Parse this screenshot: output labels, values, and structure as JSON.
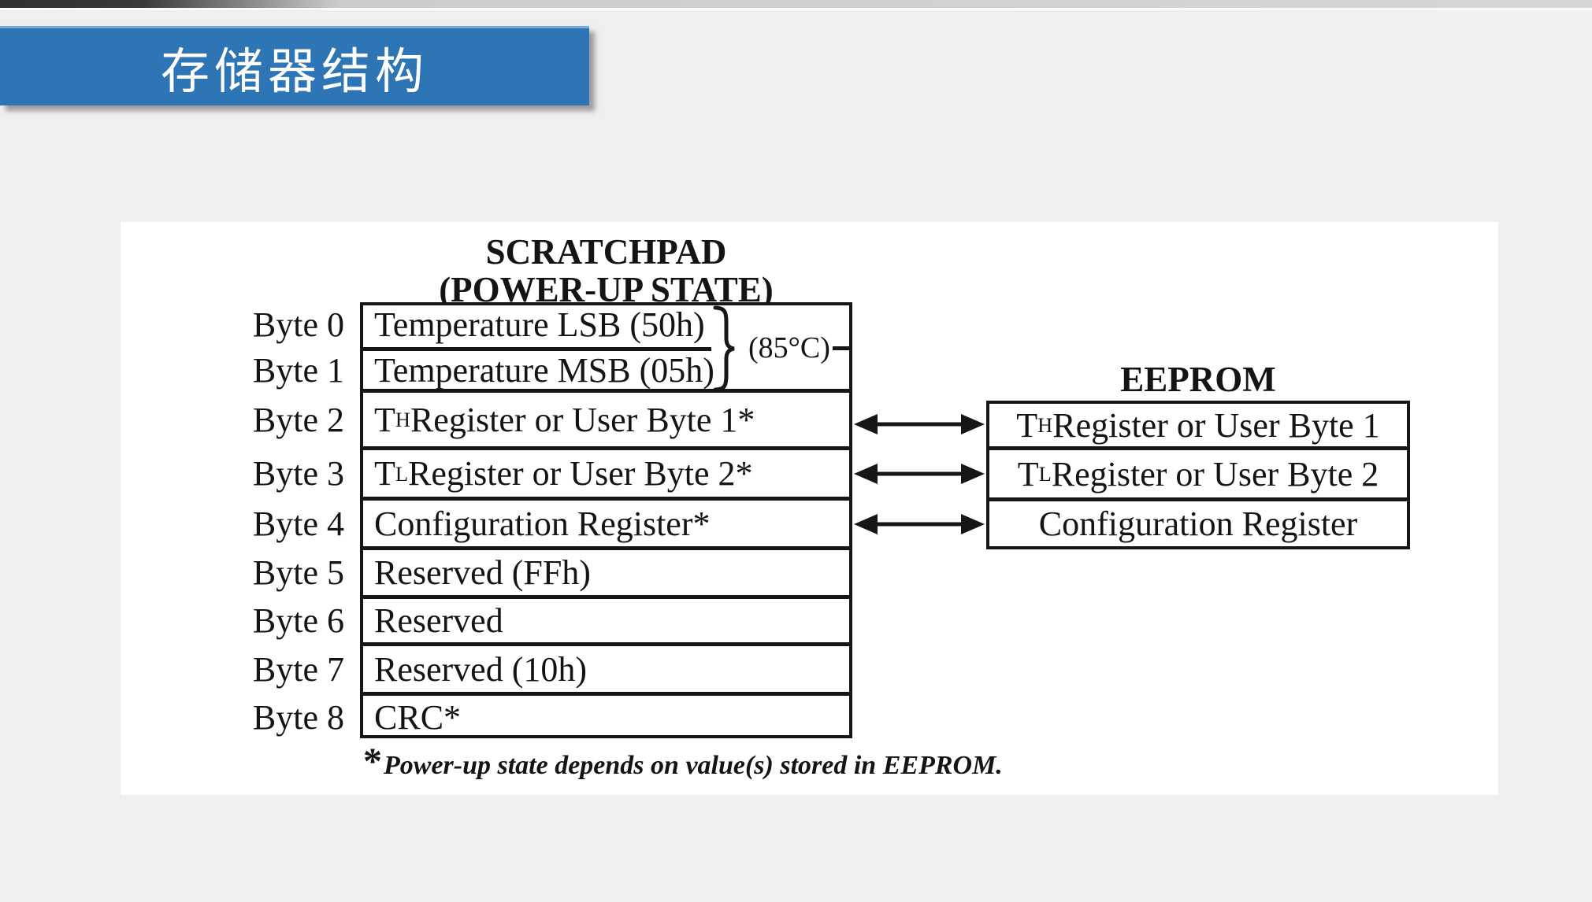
{
  "page": {
    "title": "存储器结构"
  },
  "colors": {
    "accent_blue": "#2e75b5",
    "line_black": "#161616",
    "panel_white": "#ffffff",
    "background_gray": "#efeff0"
  },
  "scratchpad": {
    "heading_line1": "SCRATCHPAD",
    "heading_line2": "(POWER-UP STATE)",
    "temp_annotation": "(85°C)",
    "rows": [
      {
        "byte": "Byte 0",
        "pre": "Temperature LSB (50h)",
        "sub": "",
        "post": ""
      },
      {
        "byte": "Byte 1",
        "pre": "Temperature MSB (05h)",
        "sub": "",
        "post": ""
      },
      {
        "byte": "Byte 2",
        "pre": "T",
        "sub": "H",
        "post": " Register or User Byte 1*"
      },
      {
        "byte": "Byte 3",
        "pre": "T",
        "sub": "L",
        "post": " Register or User Byte 2*"
      },
      {
        "byte": "Byte 4",
        "pre": "Configuration Register*",
        "sub": "",
        "post": ""
      },
      {
        "byte": "Byte 5",
        "pre": "Reserved (FFh)",
        "sub": "",
        "post": ""
      },
      {
        "byte": "Byte 6",
        "pre": "Reserved",
        "sub": "",
        "post": ""
      },
      {
        "byte": "Byte 7",
        "pre": "Reserved (10h)",
        "sub": "",
        "post": ""
      },
      {
        "byte": "Byte 8",
        "pre": "CRC*",
        "sub": "",
        "post": ""
      }
    ]
  },
  "eeprom": {
    "heading": "EEPROM",
    "rows": [
      {
        "pre": "T",
        "sub": "H",
        "post": " Register or User Byte 1"
      },
      {
        "pre": "T",
        "sub": "L",
        "post": " Register or User Byte 2"
      },
      {
        "pre": "Configuration Register",
        "sub": "",
        "post": ""
      }
    ]
  },
  "footnote": {
    "star": "*",
    "text": "Power-up state depends on value(s) stored in EEPROM."
  }
}
